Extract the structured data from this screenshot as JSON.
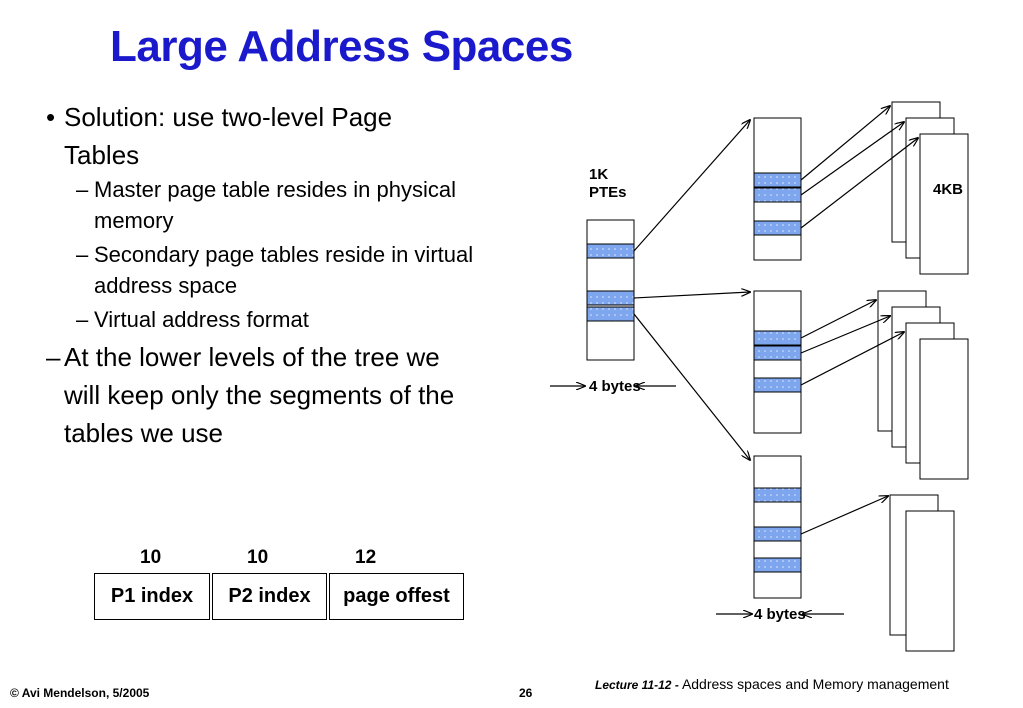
{
  "slide": {
    "title": "Large Address Spaces",
    "bullets": {
      "b1_line1": "Solution: use two-level Page",
      "b1_line2": "Tables",
      "s1_line1": "Master page table resides in physical",
      "s1_line2": "memory",
      "s2_line1": "Secondary page tables reside in virtual",
      "s2_line2": "address space",
      "s3_line1": "Virtual address format",
      "b2_line1": "At the lower levels of the tree we",
      "b2_line2": "will keep only the segments of the",
      "b2_line3": "tables we use"
    },
    "bullet_glyph": "•",
    "dash_glyph": "–"
  },
  "diagram": {
    "label_1k_line1": "1K",
    "label_1k_line2": "PTEs",
    "label_4kb": "4KB",
    "label_4bytes_top": "4 bytes",
    "label_4bytes_bottom": "4 bytes",
    "entry_color": "#7ea6ee"
  },
  "address_format": {
    "bits": [
      "10",
      "10",
      "12"
    ],
    "fields": [
      "P1 index",
      "P2 index",
      "page offest"
    ]
  },
  "footer": {
    "copyright": "© Avi Mendelson, 5/2005",
    "page_number": "26",
    "lecture": "Lecture 11-12 -",
    "topic": "Address spaces and Memory management"
  }
}
